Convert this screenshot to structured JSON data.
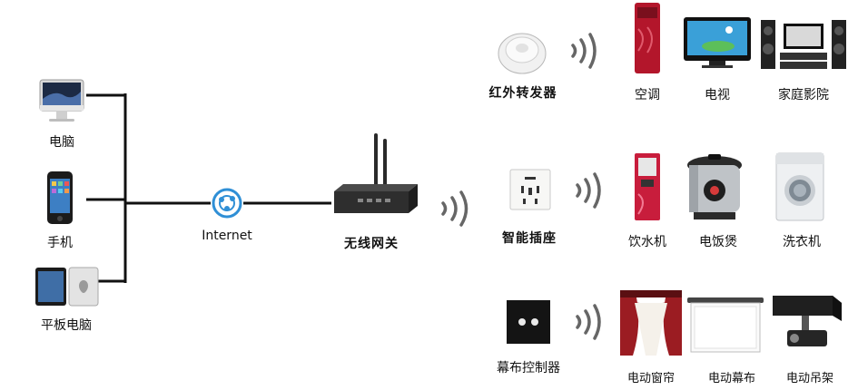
{
  "clients": {
    "computer": "电脑",
    "phone": "手机",
    "tablet": "平板电脑"
  },
  "network": {
    "internet": "Internet",
    "gateway": "无线网关"
  },
  "row1": {
    "hub": "红外转发器",
    "devices": [
      "空调",
      "电视",
      "家庭影院"
    ]
  },
  "row2": {
    "hub": "智能插座",
    "devices": [
      "饮水机",
      "电饭煲",
      "洗衣机"
    ]
  },
  "row3": {
    "hub": "幕布控制器",
    "devices": [
      "电动窗帘",
      "电动幕布",
      "电动吊架"
    ]
  }
}
